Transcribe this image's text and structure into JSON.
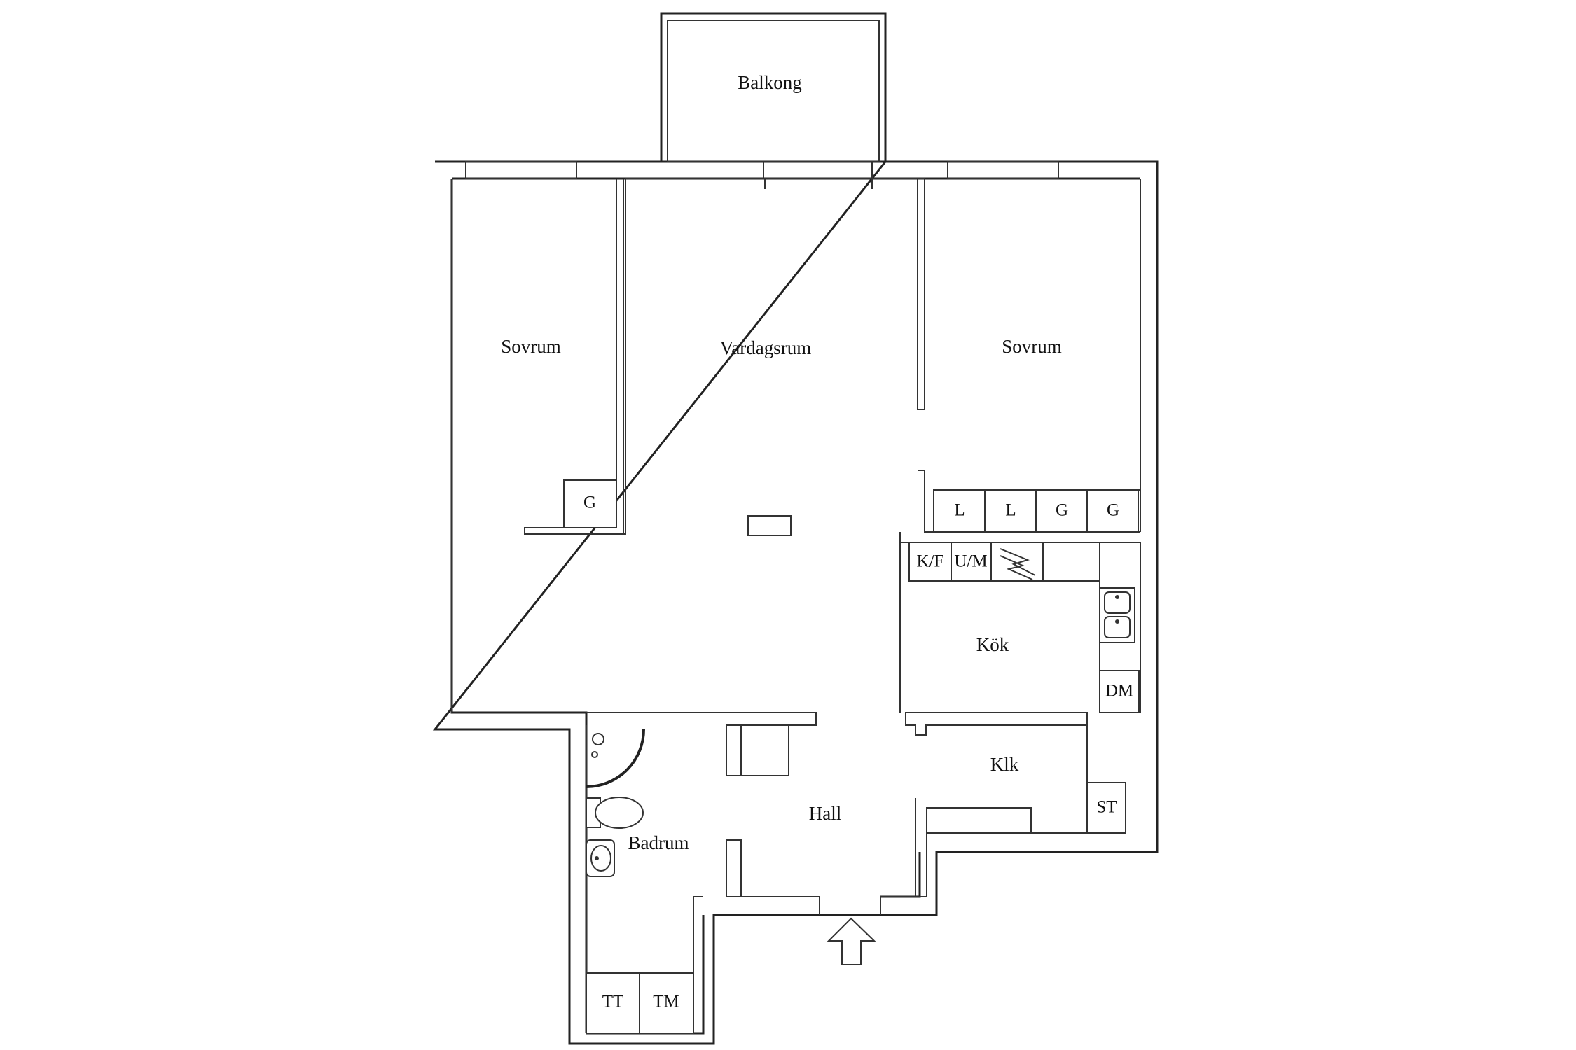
{
  "rooms": {
    "balcony": "Balkong",
    "bedroom_left": "Sovrum",
    "living_room": "Vardagsrum",
    "bedroom_right": "Sovrum",
    "kitchen": "Kök",
    "closet": "Klk",
    "hall": "Hall",
    "bathroom": "Badrum"
  },
  "fixtures": {
    "wardrobe_bedroom_left": "G",
    "wardrobe_1": "L",
    "wardrobe_2": "L",
    "wardrobe_3": "G",
    "wardrobe_4": "G",
    "fridge_freezer": "K/F",
    "oven_microwave": "U/M",
    "dishwasher": "DM",
    "storage": "ST",
    "dryer": "TT",
    "washing_machine": "TM"
  },
  "icons": {
    "entrance": "entrance-arrow-icon",
    "sink": "double-sink-icon",
    "toilet": "toilet-icon",
    "washbasin": "washbasin-icon",
    "shower": "shower-icon",
    "stove": "stove-icon"
  }
}
